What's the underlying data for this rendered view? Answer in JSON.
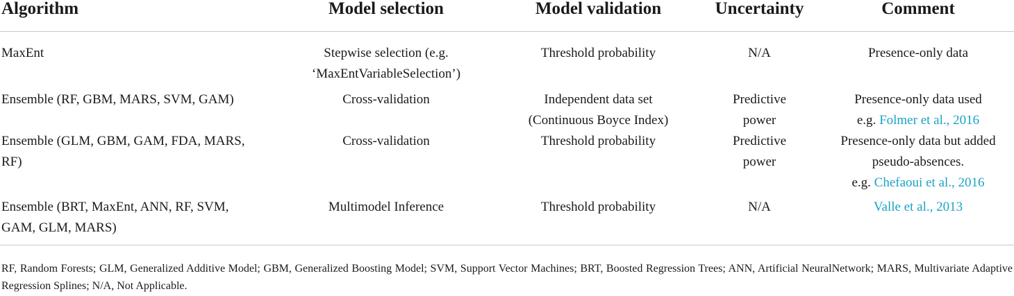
{
  "table": {
    "headers": [
      "Algorithm",
      "Model selection",
      "Model validation",
      "Uncertainty",
      "Comment"
    ],
    "rows": [
      {
        "algorithm": [
          "MaxEnt"
        ],
        "model_selection": [
          "Stepwise selection (e.g.",
          "‘MaxEntVariableSelection’)"
        ],
        "model_validation": [
          "Threshold probability"
        ],
        "uncertainty": [
          "N/A"
        ],
        "comment": {
          "lines": [
            "Presence-only data"
          ],
          "prefix": "",
          "link": ""
        }
      },
      {
        "algorithm": [
          "Ensemble (RF, GBM, MARS, SVM, GAM)"
        ],
        "model_selection": [
          "Cross-validation"
        ],
        "model_validation": [
          "Independent data set",
          "(Continuous Boyce Index)"
        ],
        "uncertainty": [
          "Predictive",
          "power"
        ],
        "comment": {
          "lines": [
            "Presence-only data used"
          ],
          "prefix": "e.g. ",
          "link": "Folmer et al., 2016"
        }
      },
      {
        "algorithm": [
          "Ensemble (GLM, GBM, GAM, FDA, MARS,",
          "RF)"
        ],
        "model_selection": [
          "Cross-validation"
        ],
        "model_validation": [
          "Threshold probability"
        ],
        "uncertainty": [
          "Predictive",
          "power"
        ],
        "comment": {
          "lines": [
            "Presence-only data but added",
            "pseudo-absences."
          ],
          "prefix": "e.g. ",
          "link": "Chefaoui et al., 2016"
        }
      },
      {
        "algorithm": [
          "Ensemble (BRT, MaxEnt, ANN, RF, SVM,",
          "GAM, GLM, MARS)"
        ],
        "model_selection": [
          "Multimodel Inference"
        ],
        "model_validation": [
          "Threshold probability"
        ],
        "uncertainty": [
          "N/A"
        ],
        "comment": {
          "lines": [],
          "prefix": "",
          "link": "Valle et al., 2013"
        }
      }
    ]
  },
  "footnote": "RF, Random Forests; GLM, Generalized Additive Model; GBM, Generalized Boosting Model; SVM, Support Vector Machines; BRT, Boosted Regression Trees; ANN, Artificial NeuralNetwork; MARS, Multivariate Adaptive Regression Splines; N/A, Not Applicable.",
  "colors": {
    "link": "#1aa3c4",
    "rule": "#c8c8c8",
    "text": "#1a1a1a"
  }
}
